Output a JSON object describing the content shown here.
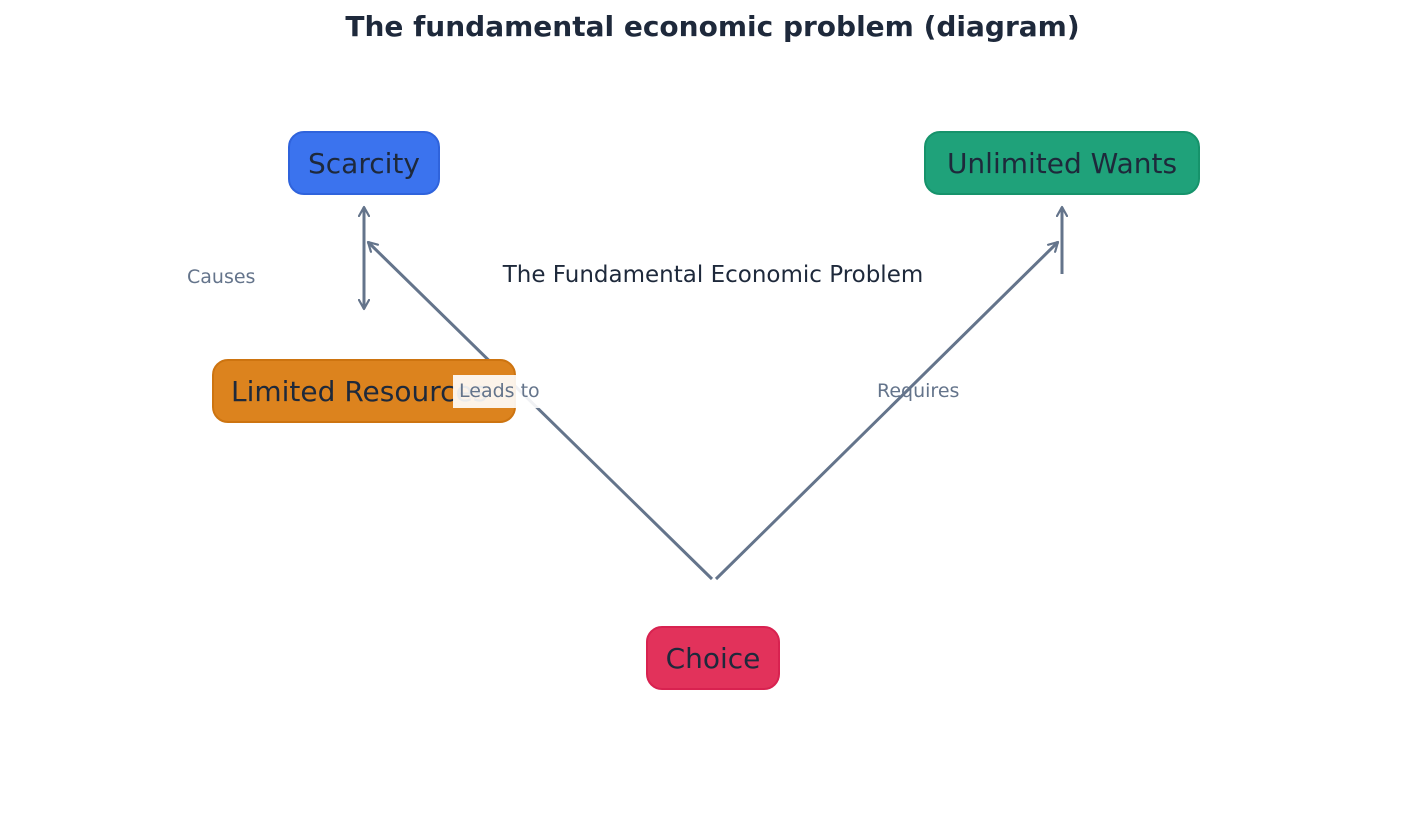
{
  "title": "The fundamental economic problem (diagram)",
  "center_label": "The Fundamental Economic Problem",
  "nodes": {
    "scarcity": "Scarcity",
    "unlimited_wants": "Unlimited Wants",
    "limited_resources": "Limited Resources",
    "choice": "Choice"
  },
  "edges": {
    "causes": "Causes",
    "leads_to": "Leads to",
    "requires": "Requires"
  },
  "colors": {
    "scarcity": "#3b73ee",
    "unlimited_wants": "#1fa27a",
    "limited_resources": "#dc831e",
    "choice": "#e2325b",
    "edge": "#64748b",
    "text": "#1e293b"
  }
}
